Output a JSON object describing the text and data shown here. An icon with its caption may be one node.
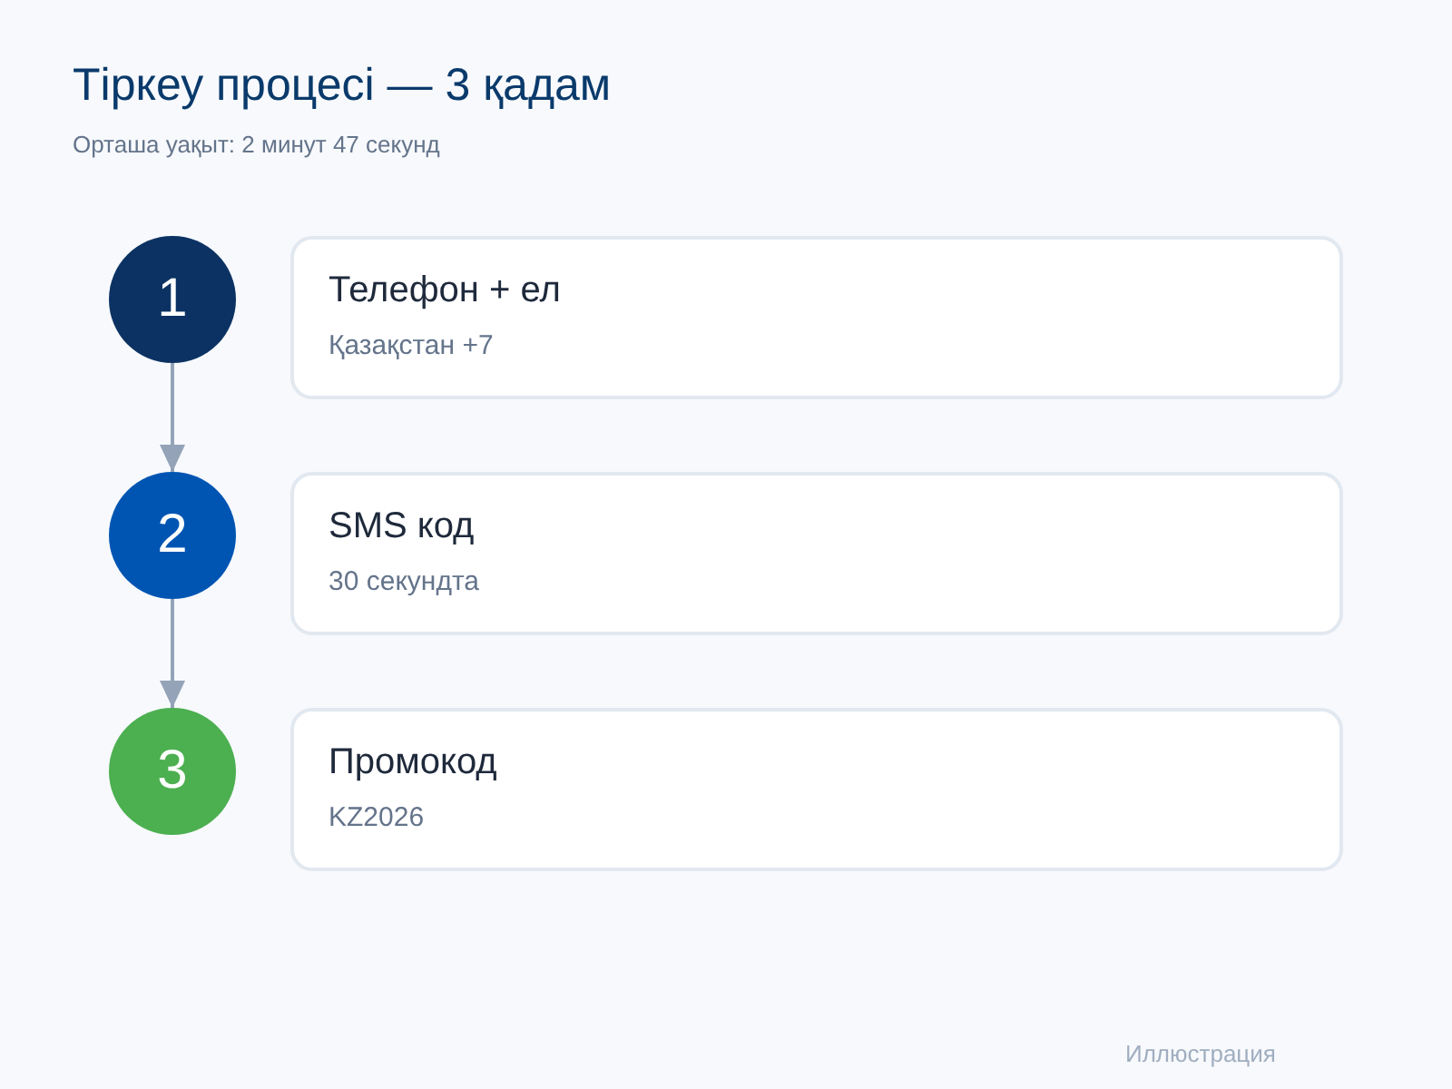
{
  "diagram": {
    "title": "Тіркеу процесі — 3 қадам",
    "nodes": [
      {
        "text": [
          "1"
        ]
      },
      {
        "text": [
          "Телефон + ел",
          "Қазақстан +7"
        ]
      },
      {
        "text": [
          "2"
        ]
      },
      {
        "text": [
          "SMS код",
          "30 секундта"
        ]
      },
      {
        "text": [
          "3"
        ]
      },
      {
        "text": [
          "Промокод",
          "KZ2026"
        ]
      }
    ],
    "edges": [
      {
        "from": 0,
        "to": 2,
        "arrow": "to"
      },
      {
        "from": 2,
        "to": 4,
        "arrow": "to"
      }
    ],
    "labels": [
      "Орташа уақыт: 2 минут 47 секунд",
      "Иллюстрация"
    ]
  }
}
